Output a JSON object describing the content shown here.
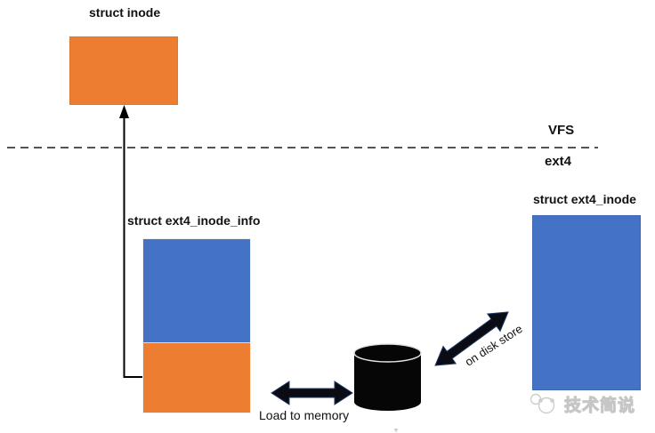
{
  "diagram": {
    "boxes": {
      "vfs_inode": {
        "label": "struct inode",
        "color": "#ED7D31"
      },
      "ext4_inode_info": {
        "label": "struct ext4_inode_info",
        "top_color": "#4472C4",
        "bottom_color": "#ED7D31"
      },
      "ext4_inode": {
        "label": "struct ext4_inode",
        "color": "#4472C4"
      }
    },
    "layers": {
      "above_divider": "VFS",
      "below_divider": "ext4"
    },
    "arrows": {
      "load_to_memory_label": "Load to memory",
      "on_disk_store_label": "on disk store"
    },
    "watermark": {
      "text": "技术简说"
    },
    "colors": {
      "orange": "#ED7D31",
      "blue": "#4472C4",
      "arrow_dark": "#0B0B14",
      "divider": "#1A1A1A",
      "watermark": "#CDCDCD"
    }
  }
}
